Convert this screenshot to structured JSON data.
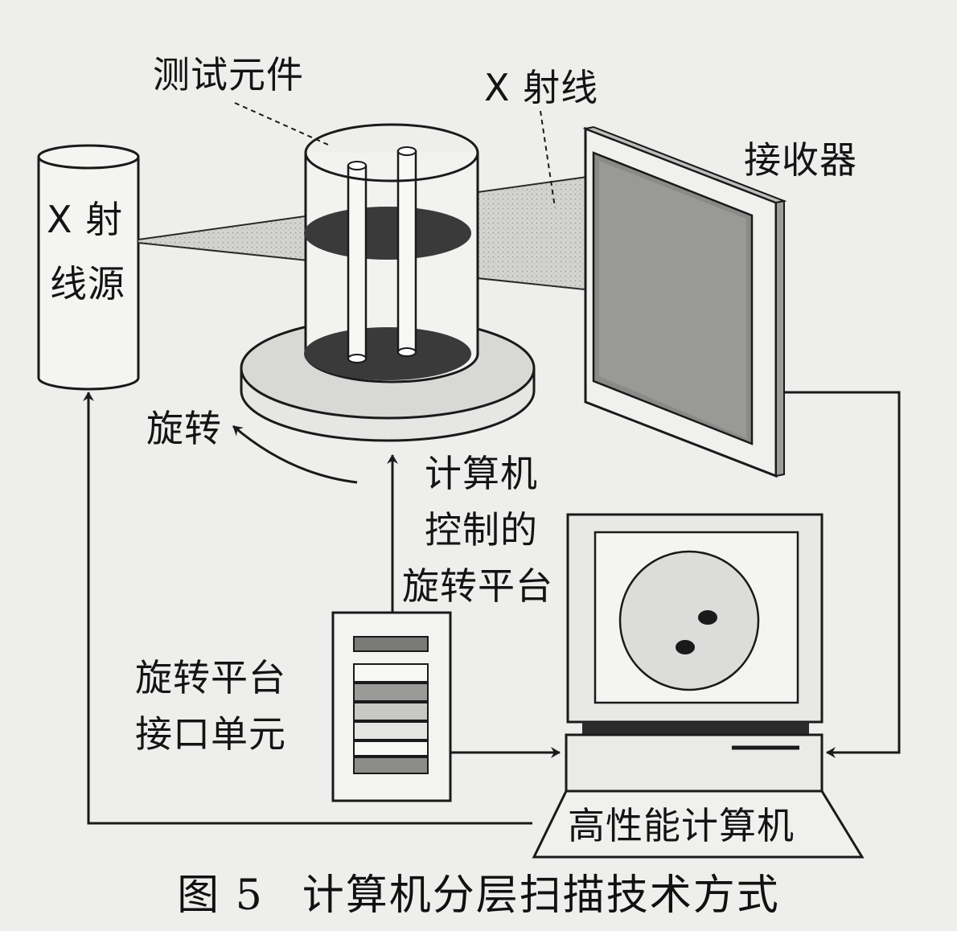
{
  "labels": {
    "test_component": "测试元件",
    "xray": "X 射线",
    "receiver": "接收器",
    "xray_source_line1": "X 射",
    "xray_source_line2": "线源",
    "rotate": "旋转",
    "platform_line1": "计算机",
    "platform_line2": "控制的",
    "platform_line3": "旋转平台",
    "interface_line1": "旋转平台",
    "interface_line2": "接口单元",
    "computer": "高性能计算机"
  },
  "caption": {
    "figure_number": "图 5",
    "title": "计算机分层扫描技术方式"
  },
  "colors": {
    "background": "#eeeeec",
    "line": "#1a1a1a",
    "dark_fill": "#3c3c3c",
    "panel_fill": "#8a8a88"
  }
}
